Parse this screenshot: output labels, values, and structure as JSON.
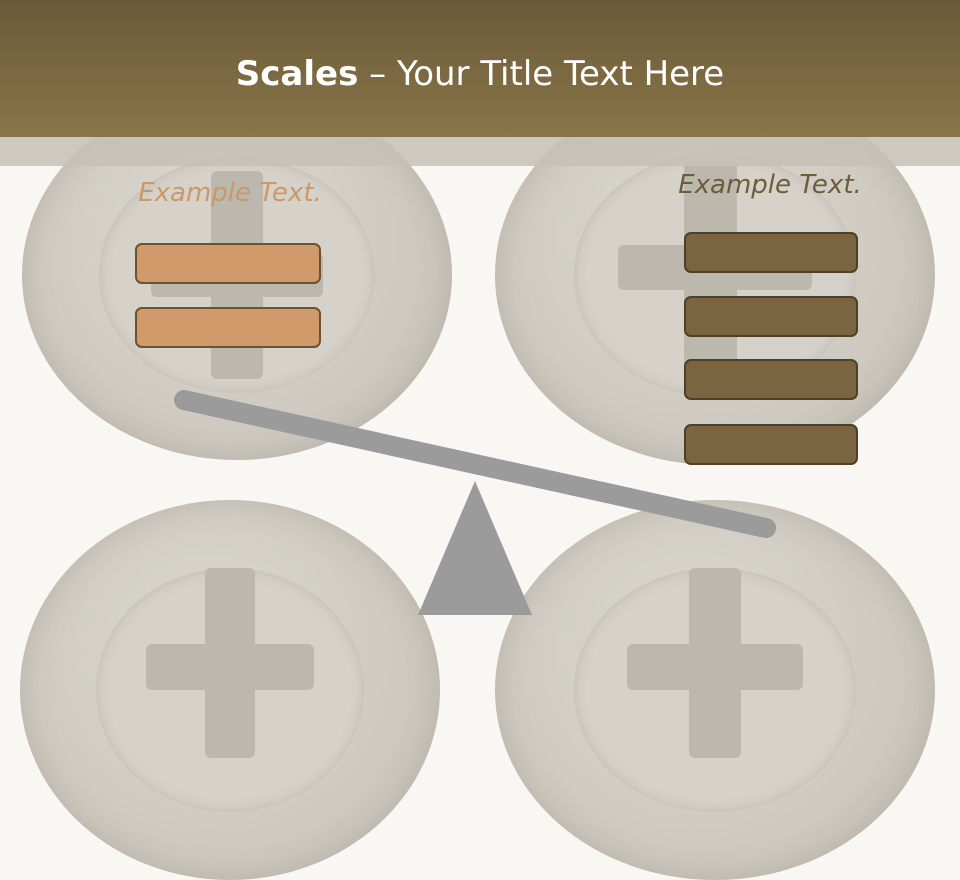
{
  "slide": {
    "title_bold": "Scales",
    "title_rest": " – Your Title Text Here"
  },
  "left_pan": {
    "label": "Example Text.",
    "box_count": 2,
    "box_color": "#d19a6a"
  },
  "right_pan": {
    "label": "Example Text.",
    "box_count": 4,
    "box_color": "#7a6540"
  },
  "colors": {
    "header": "#7a6843",
    "beam": "#9b9b9b",
    "fulcrum": "#9b9b9b",
    "left_label": "#c8996a",
    "right_label": "#6e5d3b"
  }
}
